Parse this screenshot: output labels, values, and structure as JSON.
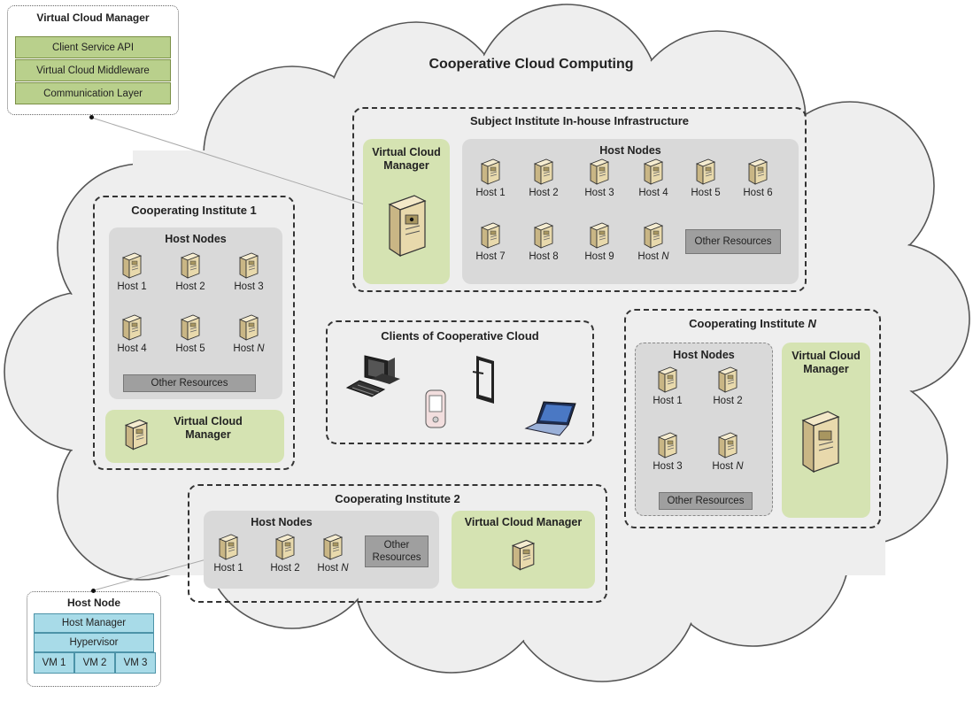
{
  "diagram": {
    "title": "Cooperative Cloud Computing"
  },
  "legend_vcm": {
    "title": "Virtual Cloud Manager",
    "layers": [
      "Client Service API",
      "Virtual Cloud Middleware",
      "Communication Layer"
    ]
  },
  "legend_host": {
    "title": "Host Node",
    "rows": [
      "Host Manager",
      "Hypervisor"
    ],
    "vms": [
      "VM 1",
      "VM 2",
      "VM 3"
    ]
  },
  "subject": {
    "title": "Subject Institute In-house Infrastructure",
    "vcm": "Virtual Cloud Manager",
    "host_nodes_title": "Host Nodes",
    "hosts": [
      "Host 1",
      "Host 2",
      "Host 3",
      "Host 4",
      "Host 5",
      "Host 6",
      "Host 7",
      "Host 8",
      "Host 9",
      "Host N"
    ],
    "other": "Other Resources"
  },
  "inst1": {
    "title": "Cooperating Institute 1",
    "host_nodes_title": "Host Nodes",
    "hosts": [
      "Host 1",
      "Host 2",
      "Host 3",
      "Host 4",
      "Host 5",
      "Host N"
    ],
    "other": "Other Resources",
    "vcm": "Virtual Cloud Manager"
  },
  "instN": {
    "title_prefix": "Cooperating Institute ",
    "title_italic": "N",
    "host_nodes_title": "Host Nodes",
    "hosts": [
      "Host 1",
      "Host 2",
      "Host 3",
      "Host N"
    ],
    "other": "Other Resources",
    "vcm": "Virtual Cloud Manager"
  },
  "inst2": {
    "title": "Cooperating Institute 2",
    "host_nodes_title": "Host Nodes",
    "hosts": [
      "Host 1",
      "Host 2",
      "Host N"
    ],
    "other": "Other Resources",
    "vcm": "Virtual Cloud Manager"
  },
  "clients": {
    "title": "Clients of Cooperative Cloud"
  },
  "colors": {
    "cloud_fill": "#eeeeee",
    "green_panel": "#d5e3b2",
    "host_nodes_panel": "#d9d9d9",
    "other_resources": "#9f9f9f",
    "legend_green": "#b9d08c",
    "legend_blue": "#a8dbe8"
  }
}
